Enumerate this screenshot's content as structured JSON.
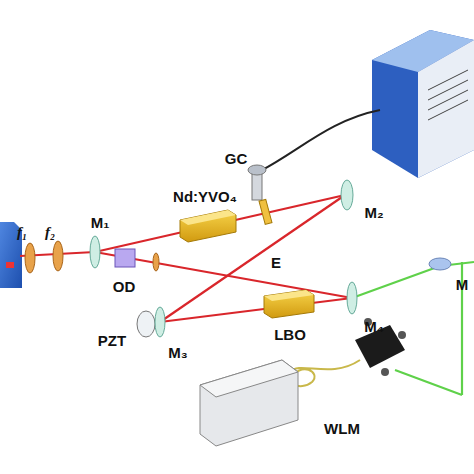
{
  "diagram": {
    "labels": [
      "f₁",
      "f₂",
      "M₁",
      "Nd:YVO₄",
      "GC",
      "M₂",
      "E",
      "OD",
      "M₄",
      "M",
      "PZT",
      "M₃",
      "LBO",
      "WLM"
    ]
  }
}
